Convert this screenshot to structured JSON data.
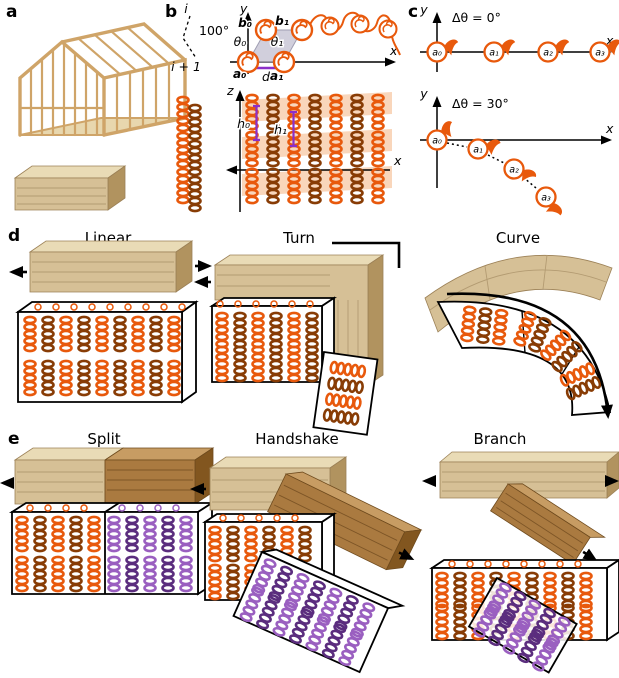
{
  "colors": {
    "orange": "#e8590c",
    "orange_dark": "#883c05",
    "orange_plane": "#f4ad78",
    "purple": "#9a5fc0",
    "purple_dark": "#5b2d7e",
    "measure_purple": "#8b2fc9",
    "wood_front": "#d6c096",
    "wood_top": "#e9dbb6",
    "wood_side": "#b1935f",
    "oak_front": "#aa7a40",
    "oak_top": "#c79c63",
    "oak_side": "#82561f",
    "frame_wood": "#cfa468",
    "frame_floor": "#e8d7ae",
    "cell_fill": "#c9c7d6"
  },
  "panels": {
    "a": {
      "label": "a"
    },
    "b": {
      "label": "b",
      "angle": "100°",
      "idx_i": "i",
      "idx_i1": "i + 1",
      "theta0": "θ₀",
      "theta1": "θ₁",
      "a0": "a₀",
      "a1": "a₁",
      "b0": "b₀",
      "b1": "b₁",
      "d": "d",
      "h0": "h₀",
      "h1": "h₁",
      "x": "x",
      "y": "y",
      "z": "z"
    },
    "c": {
      "label": "c",
      "top": {
        "title": "Δθ = 0°",
        "x": "x",
        "y": "y",
        "nodes": [
          "a₀",
          "a₁",
          "a₂",
          "a₃"
        ]
      },
      "bottom": {
        "title": "Δθ = 30°",
        "x": "x",
        "y": "y",
        "nodes": [
          "a₀",
          "a₁",
          "a₂",
          "a₃"
        ]
      }
    },
    "d": {
      "label": "d",
      "variants": [
        {
          "title": "Linear"
        },
        {
          "title": "Turn"
        },
        {
          "title": "Curve"
        }
      ]
    },
    "e": {
      "label": "e",
      "variants": [
        {
          "title": "Split"
        },
        {
          "title": "Handshake"
        },
        {
          "title": "Branch"
        }
      ]
    }
  }
}
